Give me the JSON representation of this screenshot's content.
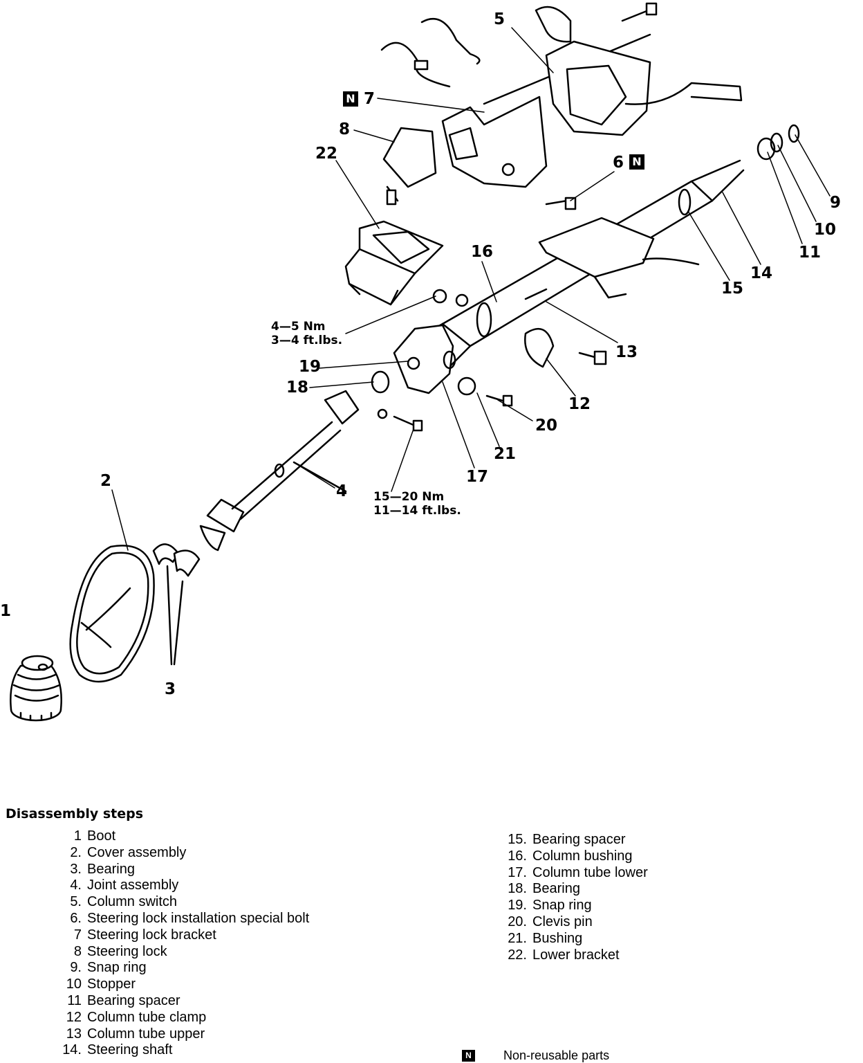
{
  "callouts": [
    "1",
    "2",
    "3",
    "4",
    "5",
    "6",
    "7",
    "8",
    "9",
    "10",
    "11",
    "12",
    "13",
    "14",
    "15",
    "16",
    "17",
    "18",
    "19",
    "20",
    "21",
    "22"
  ],
  "torque_specs": [
    {
      "nm": "4—5 Nm",
      "ftlbs": "3—4 ft.lbs."
    },
    {
      "nm": "15—20 Nm",
      "ftlbs": "11—14 ft.lbs."
    }
  ],
  "non_reusable_mark": "N",
  "steps_title": "Disassembly steps",
  "steps": [
    {
      "num": "1",
      "label": "Boot"
    },
    {
      "num": "2.",
      "label": "Cover assembly"
    },
    {
      "num": "3.",
      "label": "Bearing"
    },
    {
      "num": "4.",
      "label": "Joint assembly"
    },
    {
      "num": "5.",
      "label": "Column switch"
    },
    {
      "num": "6.",
      "label": "Steering lock installation special bolt"
    },
    {
      "num": "7",
      "label": "Steering lock bracket"
    },
    {
      "num": "8",
      "label": "Steering lock"
    },
    {
      "num": "9.",
      "label": "Snap ring"
    },
    {
      "num": "10",
      "label": "Stopper"
    },
    {
      "num": "11",
      "label": "Bearing spacer"
    },
    {
      "num": "12",
      "label": "Column tube clamp"
    },
    {
      "num": "13",
      "label": "Column tube upper"
    },
    {
      "num": "14.",
      "label": "Steering shaft"
    },
    {
      "num": "15.",
      "label": "Bearing spacer"
    },
    {
      "num": "16.",
      "label": "Column bushing"
    },
    {
      "num": "17.",
      "label": "Column tube lower"
    },
    {
      "num": "18.",
      "label": "Bearing"
    },
    {
      "num": "19.",
      "label": "Snap ring"
    },
    {
      "num": "20.",
      "label": "Clevis pin"
    },
    {
      "num": "21.",
      "label": "Bushing"
    },
    {
      "num": "22.",
      "label": "Lower bracket"
    }
  ],
  "legend": {
    "symbol": "N",
    "text": "Non-reusable parts"
  }
}
